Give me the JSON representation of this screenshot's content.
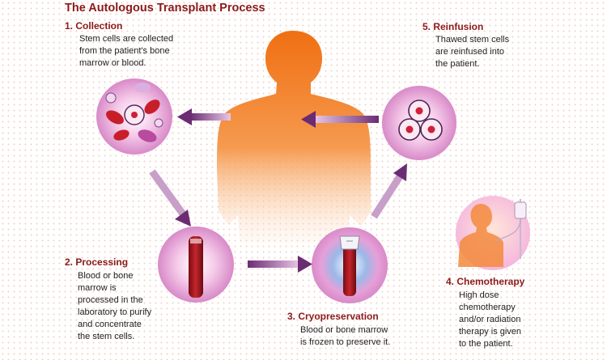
{
  "title": "The Autologous Transplant Process",
  "steps": [
    {
      "heading": "1. Collection",
      "lines": [
        "Stem cells are collected",
        "from the patient's bone",
        "marrow or blood."
      ]
    },
    {
      "heading": "2. Processing",
      "lines": [
        "Blood or bone",
        "marrow is",
        "processed in the",
        "laboratory to purify",
        "and concentrate",
        "the stem cells."
      ]
    },
    {
      "heading": "3. Cryopreservation",
      "lines": [
        "Blood or bone marrow",
        "is frozen to preserve it."
      ]
    },
    {
      "heading": "4. Chemotherapy",
      "lines": [
        "High dose",
        "chemotherapy",
        "and/or radiation",
        "therapy is given",
        "to the patient."
      ]
    },
    {
      "heading": "5. Reinfusion",
      "lines": [
        "Thawed stem cells",
        "are reinfused into",
        "the patient."
      ]
    }
  ],
  "colors": {
    "title": "#8b1a1a",
    "arrow": "#6b2c73",
    "body_orange": "#f07a1f",
    "disc_pink": "#e9a6dc",
    "blood_red": "#a2141b"
  }
}
